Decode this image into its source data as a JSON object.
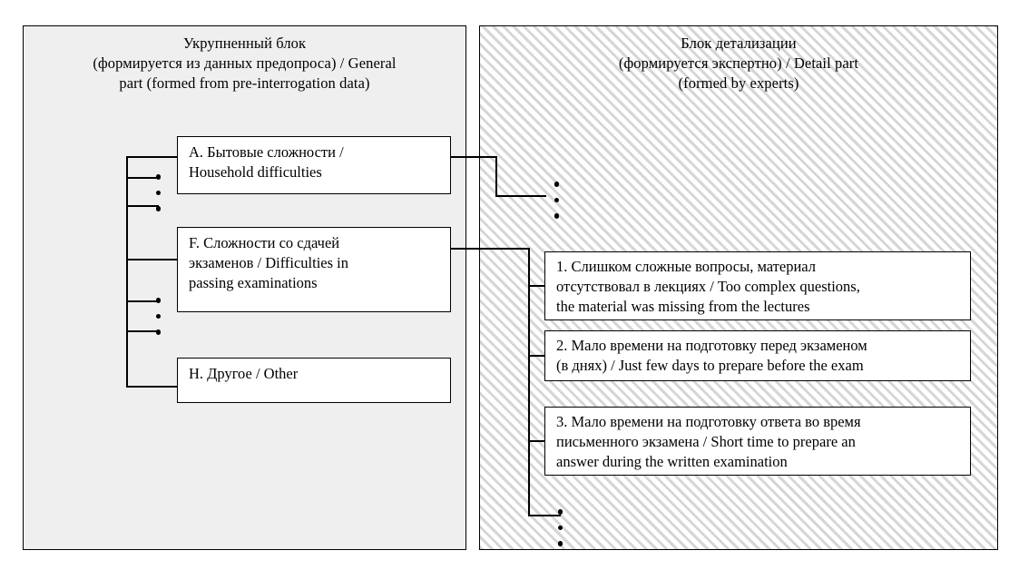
{
  "diagram": {
    "title": "Two-part questionnaire block structure",
    "panels": {
      "general": {
        "title": "Укрупненный блок\n(формируется из данных предопроса) / General\npart (formed from pre-interrogation data)"
      },
      "detail": {
        "title": "Блок детализации\n(формируется экспертно) / Detail part\n(formed by experts)"
      }
    },
    "general_nodes": [
      {
        "id": "A",
        "label": "A. Бытовые сложности   /\nHousehold difficulties"
      },
      {
        "id": "F",
        "label": "F. Сложности со сдачей\nэкзаменов / Difficulties in\npassing examinations"
      },
      {
        "id": "H",
        "label": "H. Другое / Other"
      }
    ],
    "detail_nodes": [
      {
        "id": "1",
        "label": "1.  Слишком сложные вопросы, материал\nотсутствовал в лекциях / Too complex questions,\nthe material was missing from the lectures"
      },
      {
        "id": "2",
        "label": "2. Мало времени на подготовку перед экзаменом\n(в днях) / Just few days to prepare before the exam"
      },
      {
        "id": "3",
        "label": "3. Мало времени на подготовку ответа во время\nписьменного экзамена / Short time to prepare an\nanswer during the written examination"
      }
    ],
    "ellipses": [
      {
        "name": "general-ellipsis-upper"
      },
      {
        "name": "general-ellipsis-lower"
      },
      {
        "name": "detail-ellipsis-upper"
      },
      {
        "name": "detail-ellipsis-lower"
      }
    ],
    "colors": {
      "general_panel_background": "#efefef",
      "detail_hatch": "#d6d6d6",
      "box_background": "#ffffff",
      "stroke": "#000000"
    }
  }
}
